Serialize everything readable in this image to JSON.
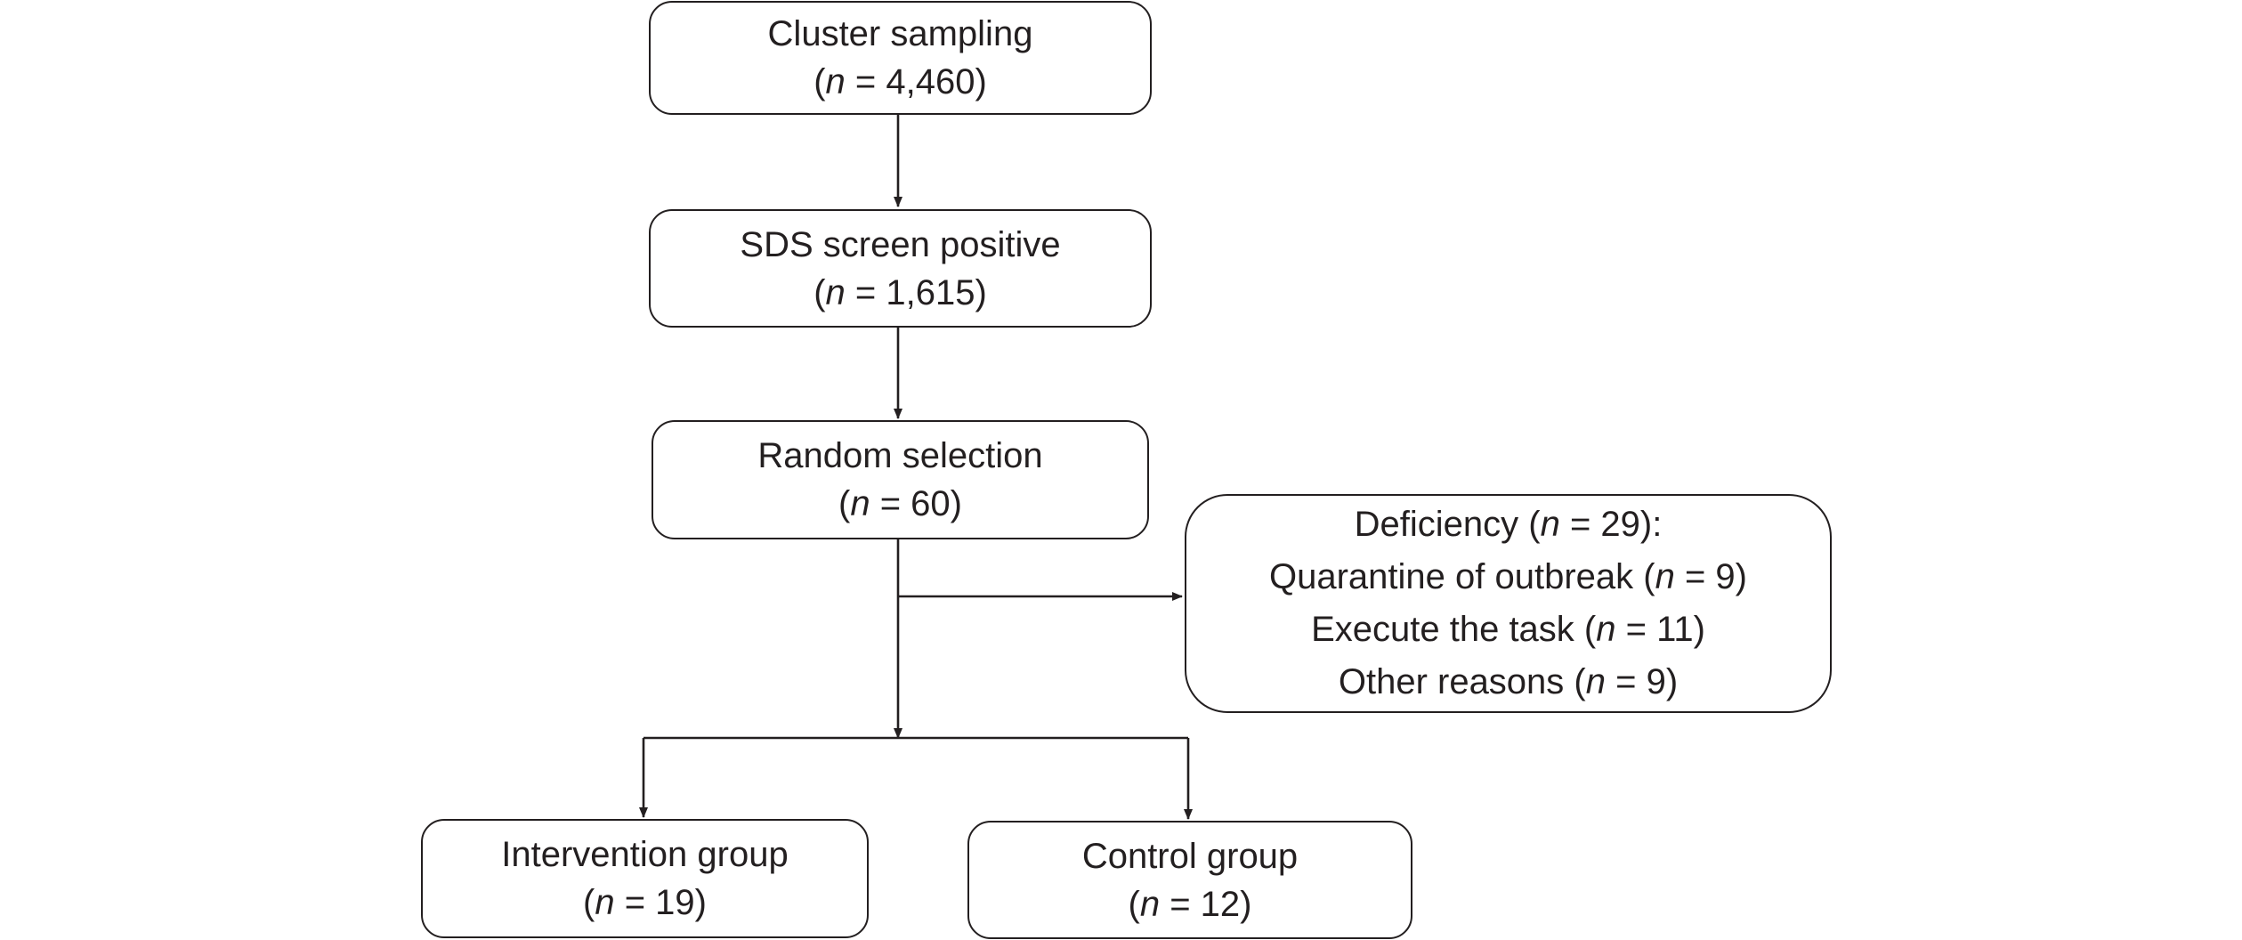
{
  "flowchart": {
    "cluster_sampling": {
      "title": "Cluster sampling",
      "count_open": "(",
      "n": "n",
      "count_rest": " = 4,460)"
    },
    "sds_screen": {
      "title": "SDS screen positive",
      "count_open": "(",
      "n": "n",
      "count_rest": " = 1,615)"
    },
    "random_selection": {
      "title": "Random selection",
      "count_open": "(",
      "n": "n",
      "count_rest": " = 60)"
    },
    "deficiency": {
      "header": {
        "pre": "Deficiency (",
        "n": "n",
        "post": " = 29):"
      },
      "reasons": [
        {
          "pre": "Quarantine of outbreak (",
          "n": "n",
          "post": " = 9)"
        },
        {
          "pre": "Execute the task (",
          "n": "n",
          "post": " = 11)"
        },
        {
          "pre": "Other reasons (",
          "n": "n",
          "post": " = 9)"
        }
      ]
    },
    "intervention_group": {
      "title": "Intervention group",
      "count_open": "(",
      "n": "n",
      "count_rest": " = 19)"
    },
    "control_group": {
      "title": "Control group",
      "count_open": "(",
      "n": "n",
      "count_rest": " = 12)"
    }
  },
  "colors": {
    "stroke": "#231f20",
    "background": "#ffffff"
  }
}
